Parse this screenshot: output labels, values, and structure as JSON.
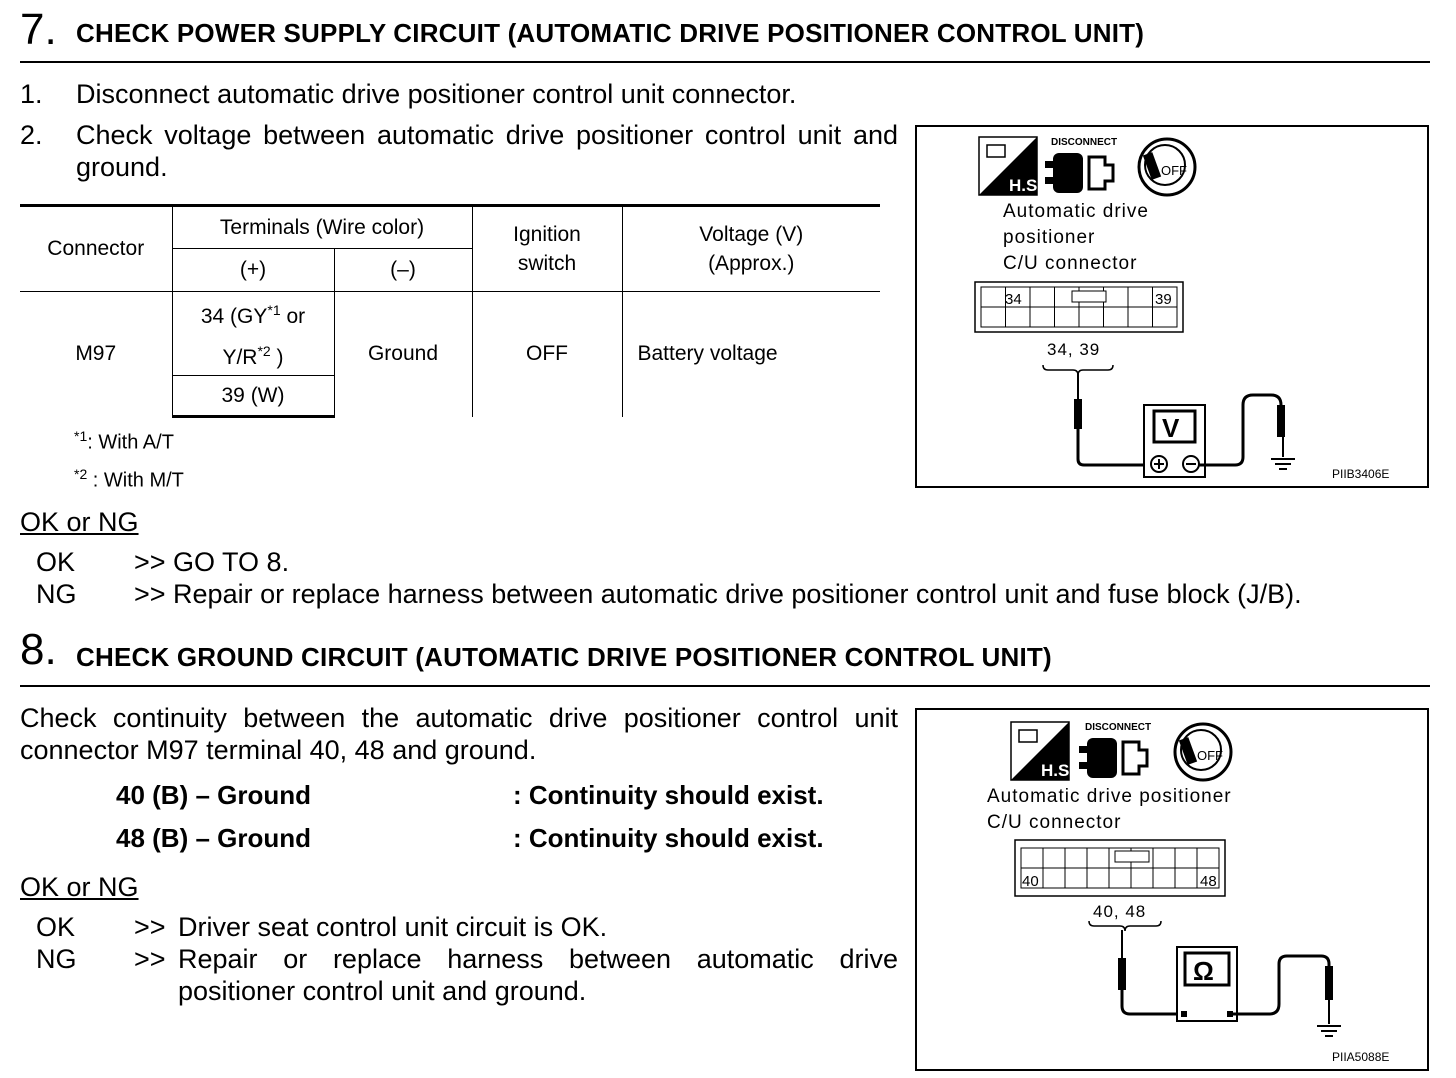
{
  "step7": {
    "number": "7.",
    "title": "CHECK POWER SUPPLY CIRCUIT (AUTOMATIC DRIVE POSITIONER CONTROL UNIT)",
    "items": [
      {
        "num": "1.",
        "text": "Disconnect automatic drive positioner control unit connector."
      },
      {
        "num": "2.",
        "text": "Check voltage between automatic drive positioner control unit and ground."
      }
    ],
    "table": {
      "headers": {
        "connector": "Connector",
        "terminals": "Terminals (Wire color)",
        "plus": "(+)",
        "minus": "(–)",
        "ignition": "Ignition switch",
        "voltage": "Voltage (V) (Approx.)"
      },
      "row": {
        "connector": "M97",
        "plus_a_1": "34 (GY",
        "plus_a_sup1": "*1",
        "plus_a_2": " or",
        "plus_a_3": "Y/R",
        "plus_a_sup2": "*2",
        "plus_a_4": " )",
        "plus_b": "39 (W)",
        "minus": "Ground",
        "ignition": "OFF",
        "voltage": "Battery voltage"
      }
    },
    "notes": [
      {
        "mark": "*1",
        "text": ": With A/T"
      },
      {
        "mark": "*2",
        "text": " : With M/T"
      }
    ],
    "ok_ng": {
      "heading": "OK or NG",
      "ok_label": "OK",
      "ok_text": ">> GO TO 8.",
      "ng_label": "NG",
      "ng_text": ">> Repair or replace harness between automatic drive positioner control unit and fuse block (J/B)."
    },
    "figure": {
      "disconnect_label": "DISCONNECT",
      "hs_label": "H.S.",
      "off_label": "OFF",
      "caption_lines": [
        "Automatic drive",
        "positioner",
        "C/U connector"
      ],
      "pin_left": "34",
      "pin_right": "39",
      "probe_label": "34, 39",
      "meter_label": "V",
      "figure_id": "PIIB3406E"
    }
  },
  "step8": {
    "number": "8.",
    "title": "CHECK GROUND CIRCUIT (AUTOMATIC DRIVE POSITIONER CONTROL UNIT)",
    "intro": "Check continuity between the automatic drive positioner control unit connector M97 terminal 40, 48 and ground.",
    "checks": [
      {
        "left": "40 (B) – Ground",
        "right": ": Continuity should exist."
      },
      {
        "left": "48 (B) – Ground",
        "right": ": Continuity should exist."
      }
    ],
    "ok_ng": {
      "heading": "OK or NG",
      "ok_label": "OK",
      "ok_arrow": ">>",
      "ok_text": "Driver seat control unit circuit is OK.",
      "ng_label": "NG",
      "ng_arrow": ">>",
      "ng_text": "Repair or replace harness between automatic drive positioner control unit and ground."
    },
    "figure": {
      "disconnect_label": "DISCONNECT",
      "hs_label": "H.S.",
      "off_label": "OFF",
      "caption_lines": [
        "Automatic drive positioner",
        "C/U connector"
      ],
      "pin_left": "40",
      "pin_right": "48",
      "probe_label": "40, 48",
      "meter_label": "Ω",
      "figure_id": "PIIA5088E"
    }
  }
}
